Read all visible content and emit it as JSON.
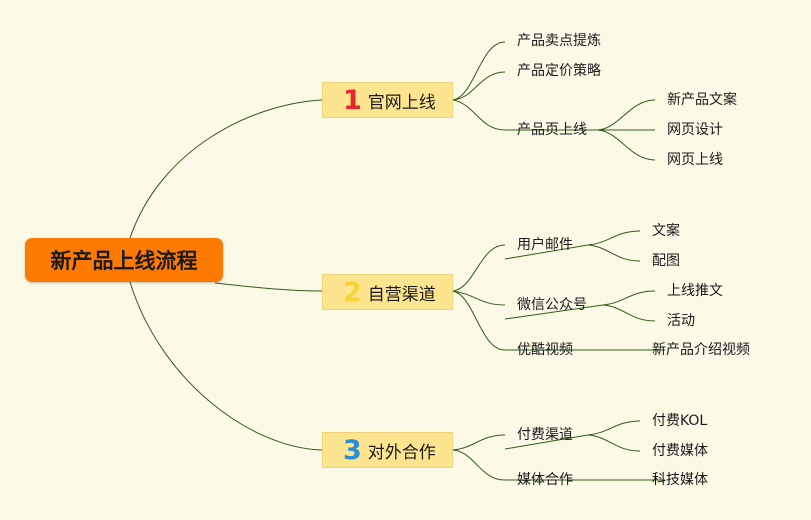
{
  "root": {
    "label": "新产品上线流程"
  },
  "branches": [
    {
      "number": "1",
      "label": "官网上线",
      "children": [
        {
          "label": "产品卖点提炼"
        },
        {
          "label": "产品定价策略"
        },
        {
          "label": "产品页上线",
          "children": [
            {
              "label": "新产品文案"
            },
            {
              "label": "网页设计"
            },
            {
              "label": "网页上线"
            }
          ]
        }
      ]
    },
    {
      "number": "2",
      "label": "自营渠道",
      "children": [
        {
          "label": "用户邮件",
          "children": [
            {
              "label": "文案"
            },
            {
              "label": "配图"
            }
          ]
        },
        {
          "label": "微信公众号",
          "children": [
            {
              "label": "上线推文"
            },
            {
              "label": "活动"
            }
          ]
        },
        {
          "label": "优酷视频",
          "children": [
            {
              "label": "新产品介绍视频"
            }
          ]
        }
      ]
    },
    {
      "number": "3",
      "label": "对外合作",
      "children": [
        {
          "label": "付费渠道",
          "children": [
            {
              "label": "付费KOL"
            },
            {
              "label": "付费媒体"
            }
          ]
        },
        {
          "label": "媒体合作",
          "children": [
            {
              "label": "科技媒体"
            }
          ]
        }
      ]
    }
  ],
  "colors": {
    "root": "#ff7a00",
    "branch": "#fde58f",
    "line": "#2f5d1a",
    "background": "#fdf9e7"
  }
}
